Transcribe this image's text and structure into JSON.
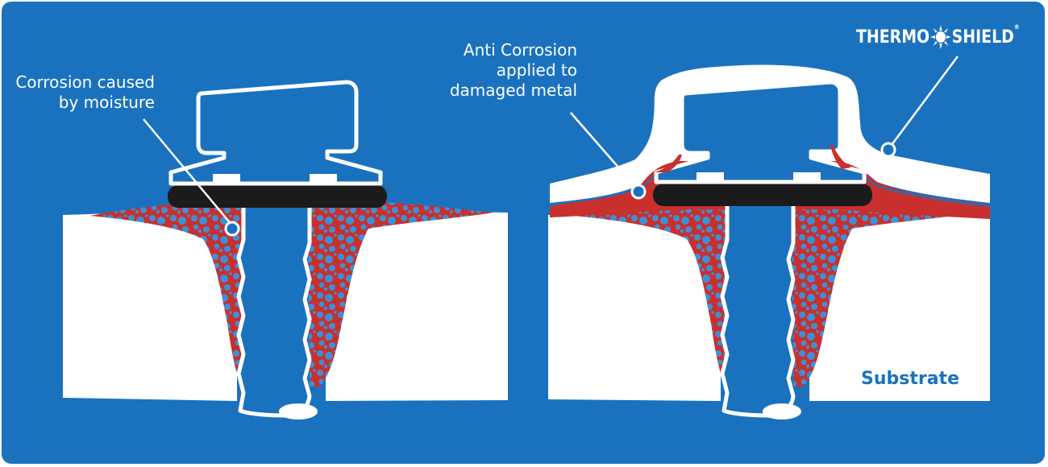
{
  "labels": {
    "corrosion": [
      "Corrosion caused",
      "by moisture"
    ],
    "anti_corrosion": [
      "Anti Corrosion",
      "applied to",
      "damaged metal"
    ],
    "substrate": "Substrate"
  },
  "brand": {
    "left": "THERMO",
    "right": "SHIELD",
    "reg": "®"
  },
  "colors": {
    "background": "#1a72bf",
    "rust": "#c8302e",
    "coating": "#ffffff",
    "washer": "#1b1b1b"
  }
}
